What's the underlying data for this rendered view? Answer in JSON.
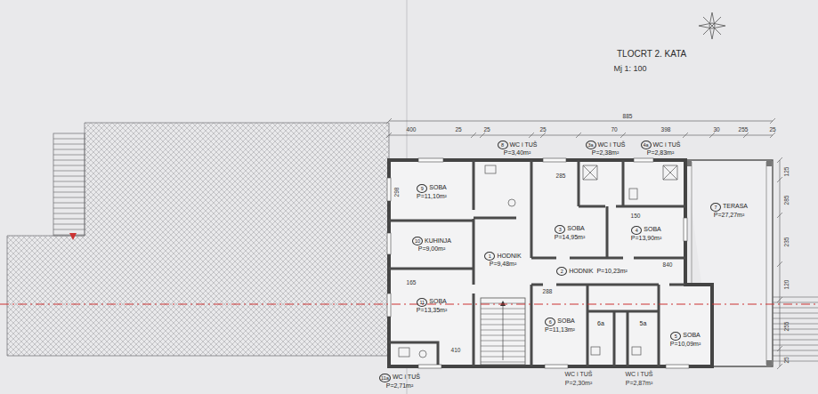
{
  "diagram": {
    "title": "TLOCRT 2. KATA",
    "nodes": [
      {
        "text": [
          "9",
          "SOBA",
          "P=11,10m²"
        ]
      },
      {
        "text": [
          "10",
          "KUHINJA",
          "P=9,00m²"
        ]
      },
      {
        "text": [
          "11",
          "SOBA",
          "P=13,35m²"
        ]
      },
      {
        "text": [
          "11a",
          "WC i TUŠ",
          "P=2,71m²"
        ]
      },
      {
        "text": [
          "1",
          "HODNIK",
          "P=9,48m²"
        ]
      },
      {
        "text": [
          "8",
          "WC i TUŠ",
          "P=3,40m²"
        ]
      },
      {
        "text": [
          "3",
          "SOBA",
          "P=14,95m²"
        ]
      },
      {
        "text": [
          "3a",
          "WC i TUŠ",
          "P=2,38m²"
        ]
      },
      {
        "text": [
          "4a",
          "WC i TUŠ",
          "P=2,83m²"
        ]
      },
      {
        "text": [
          "4",
          "SOBA",
          "P=13,90m²"
        ]
      },
      {
        "text": [
          "2",
          "HODNIK",
          "P=10,23m²"
        ]
      },
      {
        "text": [
          "6",
          "SOBA",
          "P=11,13m²"
        ]
      },
      {
        "text": [
          "6a"
        ]
      },
      {
        "text": [
          "5a"
        ]
      },
      {
        "text": [
          "5",
          "SOBA",
          "P=10,09m²"
        ]
      },
      {
        "text": [
          "7",
          "TERASA",
          "P=27,27m²"
        ]
      }
    ],
    "labels": [
      "Mj 1: 100",
      "885",
      "400",
      "25",
      "25",
      "25",
      "70",
      "398",
      "30",
      "255",
      "25",
      "125",
      "285",
      "235",
      "120",
      "255",
      "25",
      "298",
      "285",
      "150",
      "840",
      "288",
      "410",
      "165",
      "WC i TUŠ",
      "P=2,30m²",
      "WC i TUŠ",
      "P=2,87m²"
    ]
  }
}
